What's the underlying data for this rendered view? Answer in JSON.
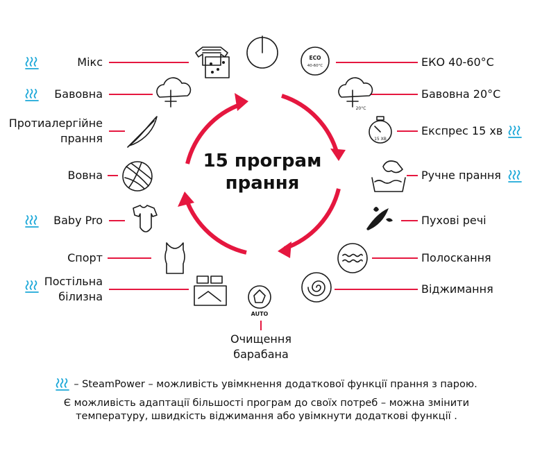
{
  "title_line1": "15 програм",
  "title_line2": "прання",
  "programs_left": [
    {
      "label": "Мікс",
      "steam": true
    },
    {
      "label": "Бавовна",
      "steam": true
    },
    {
      "label_line1": "Протиалергійне",
      "label_line2": "прання",
      "steam": false
    },
    {
      "label": "Вовна",
      "steam": false
    },
    {
      "label": "Baby Pro",
      "steam": true
    },
    {
      "label": "Спорт",
      "steam": false
    },
    {
      "label_line1": "Постільна",
      "label_line2": "білизна",
      "steam": true
    }
  ],
  "programs_right": [
    {
      "label": "ЕКО 40-60°С",
      "steam": false
    },
    {
      "label": "Бавовна 20°С",
      "steam": false
    },
    {
      "label": "Експрес 15 хв",
      "steam": true
    },
    {
      "label": "Ручне прання",
      "steam": true
    },
    {
      "label": "Пухові речі",
      "steam": false
    },
    {
      "label": "Полоскання",
      "steam": false
    },
    {
      "label": "Віджимання",
      "steam": false
    }
  ],
  "program_bottom": {
    "label_line1": "Очищення",
    "label_line2": "барабана",
    "icon_text": "AUTO"
  },
  "icon_texts": {
    "eco_top": "ECO",
    "eco_bottom": "40-60°C",
    "cotton20": "20°C",
    "express": "15 ХВ"
  },
  "icons": [
    "power-icon",
    "mix-clothes-icon",
    "cloud-cotton-icon",
    "feather-icon",
    "wool-yarn-icon",
    "baby-bodysuit-icon",
    "tank-top-icon",
    "bed-linen-icon",
    "drum-clean-icon",
    "eco-icon",
    "cloud-cotton-20-icon",
    "stopwatch-icon",
    "hand-wash-icon",
    "down-feather-icon",
    "rinse-icon",
    "spin-icon",
    "steam-icon"
  ],
  "colors": {
    "accent": "#e5173f",
    "steam": "#1aa7d8",
    "text": "#111111"
  },
  "legend": {
    "steam_text": "– SteamPower – можливість увімкнення додаткової функції прання з парою.",
    "note_line1": "Є можливість адаптації більшості програм до своїх потреб – можна змінити",
    "note_line2": "температуру, швидкість віджимання або увімкнути додаткові функції ."
  }
}
